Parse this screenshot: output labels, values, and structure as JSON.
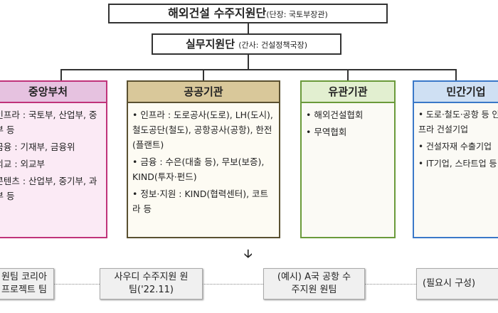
{
  "top": {
    "title": "해외건설 수주지원단",
    "note": "(단장: 국토부장관)"
  },
  "second": {
    "title": "실무지원단",
    "note": "(간사: 건설정책국장)"
  },
  "groups": [
    {
      "title": "중앙부처",
      "items": [
        "• 인프라 : 국토부, 산업부, 중기부 등",
        "• 금융 : 기재부, 금융위",
        "• 외교 : 외교부",
        "• 콘텐츠 : 산업부, 중기부, 과기부 등"
      ]
    },
    {
      "title": "공공기관",
      "items": [
        "• 인프라 : 도로공사(도로), LH(도시), 철도공단(철도), 공항공사(공항), 한전(플랜트)",
        "• 금융 : 수은(대출 등), 무보(보증), KIND(투자·펀드)",
        "• 정보·지원 : KIND(협력센터), 코트라 등"
      ]
    },
    {
      "title": "유관기관",
      "items": [
        "• 해외건설협회",
        "• 무역협회"
      ]
    },
    {
      "title": "민간기업",
      "items": [
        "• 도로·철도·공항 등 인프라 건설기업",
        "• 건설자재 수출기업",
        "• IT기업, 스타트업 등"
      ]
    }
  ],
  "arrow": "🡣",
  "teams": [
    "원팀 코리아 프로젝트 팀",
    "사우디 수주지원 원팀('22.11)",
    "(예시) A국 공항 수주지원 원팀",
    "(필요시 구성)"
  ],
  "colors": {
    "central": "#c0337a",
    "public": "#7a6a3a",
    "related": "#6a9a3a",
    "private": "#3a78c8"
  }
}
